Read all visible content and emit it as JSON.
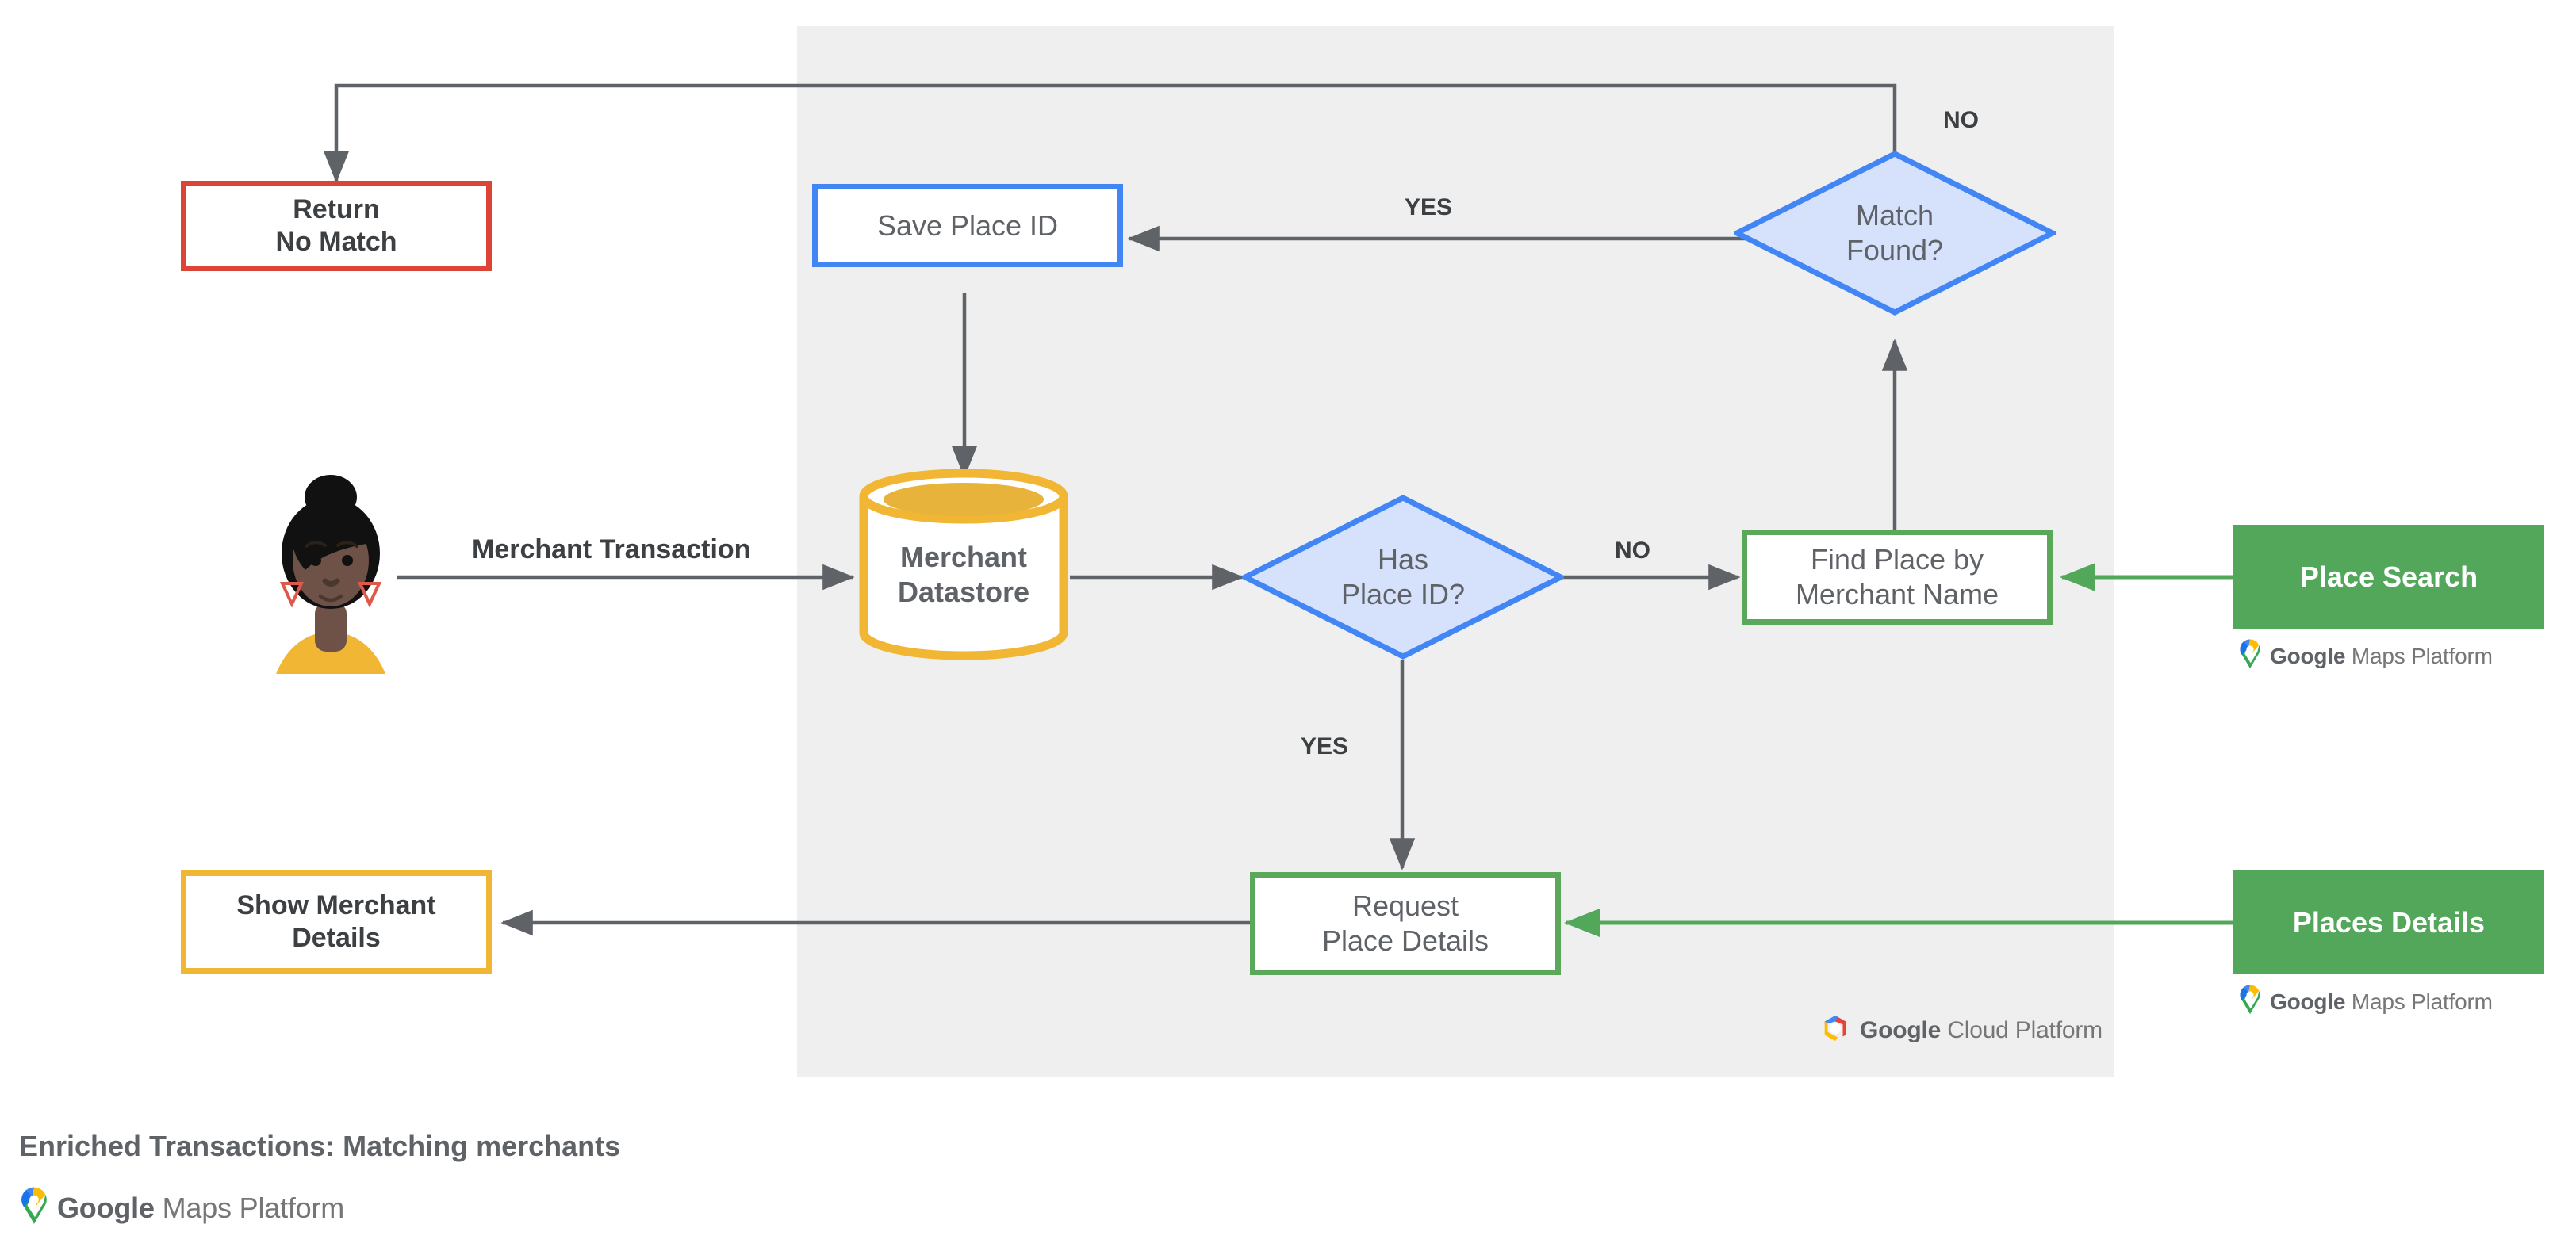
{
  "diagram": {
    "title": "Enriched Transactions: Matching merchants",
    "panel_label": "Google Cloud Platform",
    "colors": {
      "panel_bg": "#EFEFEF",
      "red": "#DB4437",
      "blue": "#4285F4",
      "blue_fill": "#D6E2FB",
      "green": "#5BA85A",
      "green_solid": "#52A75B",
      "amber": "#F2B635",
      "arrow_gray": "#5F6368",
      "text_gray": "#5F6368"
    },
    "nodes": {
      "return_no_match": {
        "label": "Return\nNo Match",
        "shape": "rect",
        "style": "red-outline"
      },
      "save_place_id": {
        "label": "Save Place ID",
        "shape": "rect",
        "style": "blue-outline"
      },
      "merchant_datastore": {
        "label": "Merchant\nDatastore",
        "shape": "cylinder",
        "style": "amber-outline"
      },
      "has_place_id": {
        "label": "Has\nPlace ID?",
        "shape": "diamond",
        "style": "blue-fill"
      },
      "match_found": {
        "label": "Match\nFound?",
        "shape": "diamond",
        "style": "blue-fill"
      },
      "find_place_by_merchant_name": {
        "label": "Find Place by\nMerchant Name",
        "shape": "rect",
        "style": "green-outline"
      },
      "request_place_details": {
        "label": "Request\nPlace Details",
        "shape": "rect",
        "style": "green-outline"
      },
      "show_merchant_details": {
        "label": "Show Merchant\nDetails",
        "shape": "rect",
        "style": "amber-outline"
      },
      "place_search": {
        "label": "Place Search",
        "shape": "rect",
        "style": "green-solid"
      },
      "places_details": {
        "label": "Places Details",
        "shape": "rect",
        "style": "green-solid"
      }
    },
    "edge_labels": {
      "merchant_transaction": "Merchant Transaction",
      "has_place_id_no": "NO",
      "has_place_id_yes": "YES",
      "match_found_no": "NO",
      "match_found_yes": "YES"
    },
    "logos": {
      "google": "Google",
      "maps_platform": "Maps Platform",
      "cloud_platform": "Cloud Platform"
    }
  }
}
